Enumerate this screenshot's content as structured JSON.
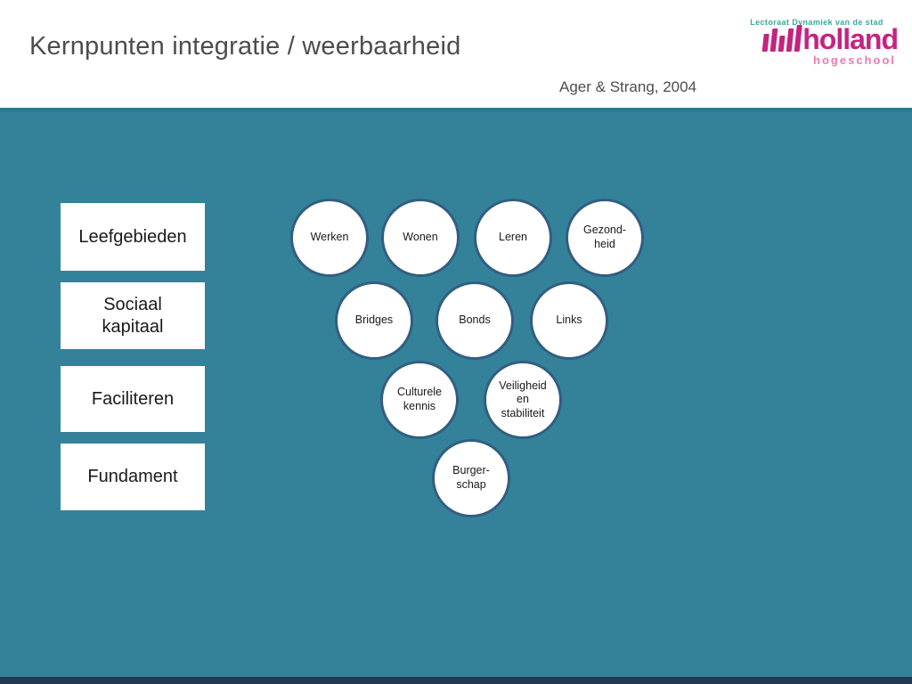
{
  "header": {
    "title": "Kernpunten integratie / weerbaarheid",
    "citation": "Ager & Strang, 2004"
  },
  "logo": {
    "tagline": "Lectoraat Dynamiek van de stad",
    "brand": "holland",
    "subtitle": "hogeschool"
  },
  "diagram": {
    "boxes": [
      "Leefgebieden",
      "Sociaal\nkapitaal",
      "Faciliteren",
      "Fundament"
    ],
    "circles": [
      "Werken",
      "Wonen",
      "Leren",
      "Gezond-\nheid",
      "Bridges",
      "Bonds",
      "Links",
      "Culturele\nkennis",
      "Veiligheid\nen\nstabiliteit",
      "Burger-\nschap"
    ]
  },
  "colors": {
    "background_teal": "#33829a",
    "body_top_edge": "#2d7a90",
    "circle_border": "#325e80",
    "bottom_bar": "#1f3a52",
    "title_text": "#4d4d4d",
    "logo_magenta": "#c4247f",
    "logo_pink": "#ee7bb4",
    "logo_tagline_teal": "#3aa89d"
  }
}
